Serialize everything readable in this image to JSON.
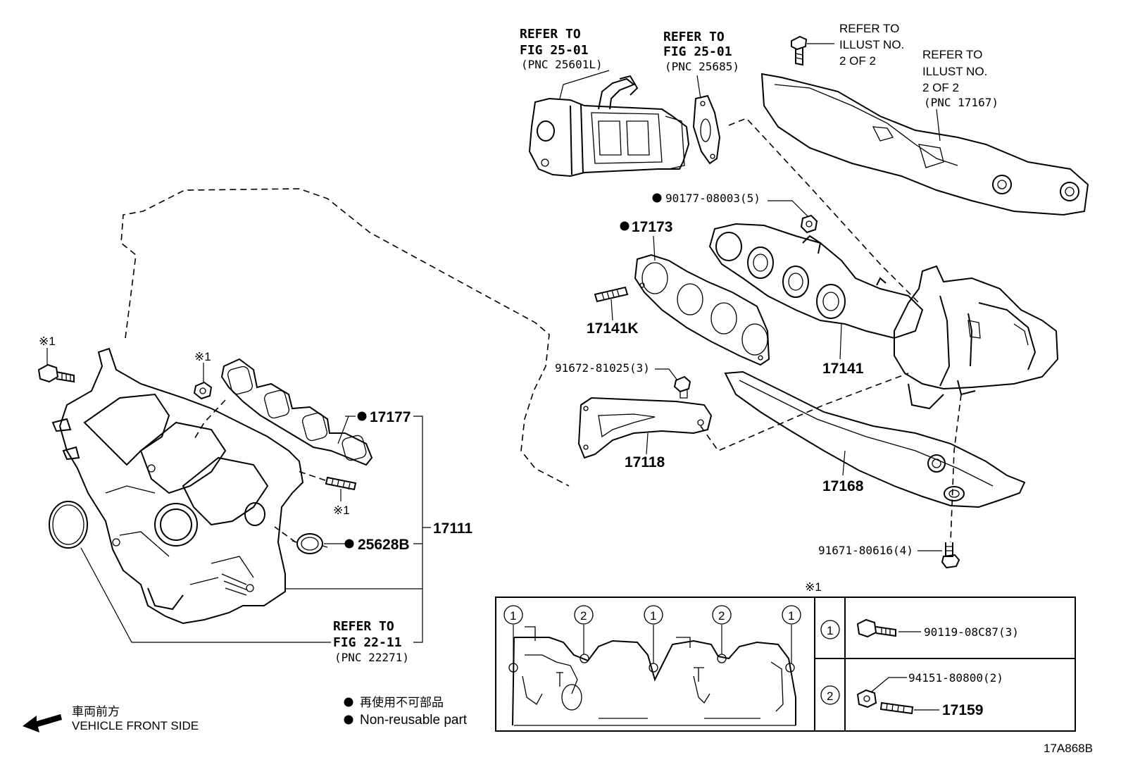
{
  "refs": {
    "egr_cooler": [
      "REFER TO",
      "FIG 25-01",
      "(PNC 25601L)"
    ],
    "egr_gasket": [
      "REFER TO",
      "FIG 25-01",
      "(PNC 25685)"
    ],
    "illust_bolt": [
      "REFER TO",
      "ILLUST NO.",
      "2 OF 2"
    ],
    "illust_insulator": [
      "REFER TO",
      "ILLUST NO.",
      "2 OF 2",
      "(PNC 17167)"
    ],
    "fig_22_11": [
      "REFER TO",
      "FIG 22-11",
      "(PNC 22271)"
    ]
  },
  "parts": {
    "p90177": "90177-08003(5)",
    "p17173": "17173",
    "p17141K": "17141K",
    "p17141": "17141",
    "p91672": "91672-81025(3)",
    "p17118": "17118",
    "p17168": "17168",
    "p91671": "91671-80616(4)",
    "p17177": "17177",
    "p25628B": "25628B",
    "p17111": "17111"
  },
  "marks": {
    "note_mark": "※1"
  },
  "legend": {
    "front_jp": "車両前方",
    "front_en": "VEHICLE FRONT SIDE",
    "nonreuse_jp": "再使用不可部品",
    "nonreuse_en": "Non-reusable part"
  },
  "detail": {
    "title": "※1",
    "circle_1": "1",
    "circle_2": "2",
    "row1_part": "90119-08C87(3)",
    "row2_part_a": "94151-80800(2)",
    "row2_part_b": "17159"
  },
  "diagram_code": "17A868B"
}
